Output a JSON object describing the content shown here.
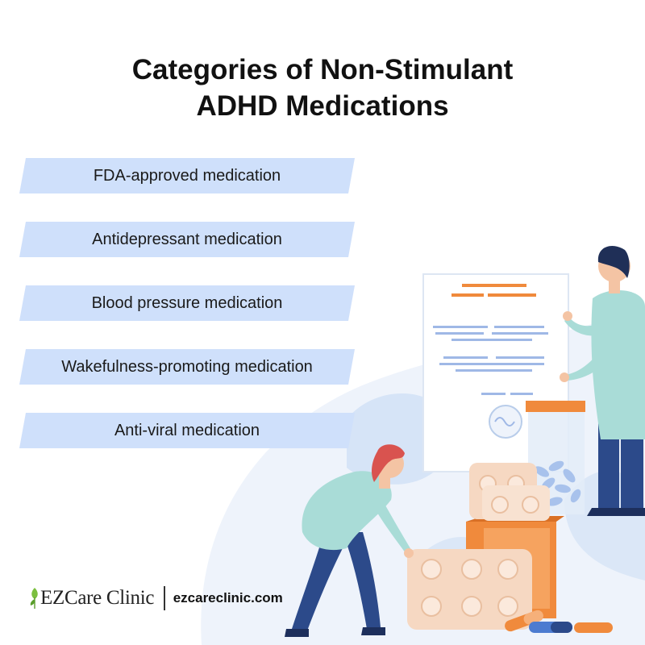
{
  "title": {
    "line1": "Categories of Non-Stimulant",
    "line2": "ADHD Medications"
  },
  "categories": [
    {
      "label": "FDA-approved medication"
    },
    {
      "label": "Antidepressant medication"
    },
    {
      "label": "Blood pressure medication"
    },
    {
      "label": "Wakefulness-promoting medication"
    },
    {
      "label": "Anti-viral medication"
    }
  ],
  "footer": {
    "brand": "EZCare Clinic",
    "website": "ezcareclinic.com"
  },
  "colors": {
    "band": "#cfe0fb",
    "doctor_coat": "#a9dcd7",
    "navy": "#2c4a8a",
    "orange": "#f08a3c",
    "pill_cream": "#f6d8c2",
    "leaf_green": "#7bbf3f"
  },
  "icons": {
    "logo": "leaf-logo-icon",
    "illustration": "doctors-with-medicine-illustration"
  }
}
